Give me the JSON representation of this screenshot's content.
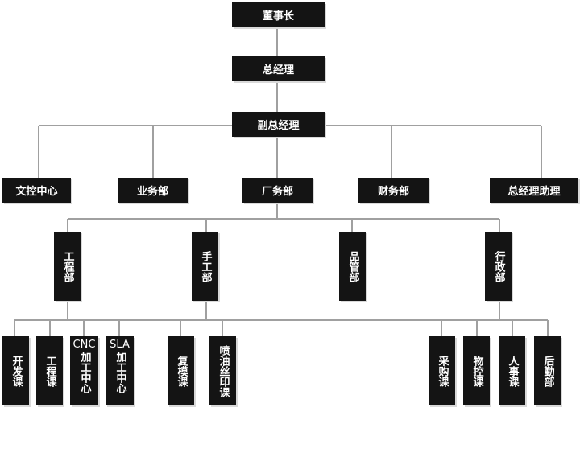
{
  "nodes": {
    "chairman": "董事长",
    "gm": "总经理",
    "vgm": "副总经理",
    "doc_control": "文控中心",
    "business": "业务部",
    "factory": "厂务部",
    "finance": "财务部",
    "gm_assistant": "总经理助理",
    "engineering": "工程部",
    "manual": "手工部",
    "quality": "品管部",
    "admin": "行政部",
    "develop": "开发课",
    "eng_section": "工程课",
    "cnc_prefix": "CNC",
    "cnc_center": "加工中心",
    "sla_prefix": "SLA",
    "sla_center": "加工中心",
    "remold": "复模课",
    "spray": "喷油丝印课",
    "purchase": "采购课",
    "material": "物控课",
    "hr": "人事课",
    "logistics": "后勤部"
  },
  "colors": {
    "box": "#141414",
    "text": "#ffffff",
    "line": "#a0a0a0"
  }
}
